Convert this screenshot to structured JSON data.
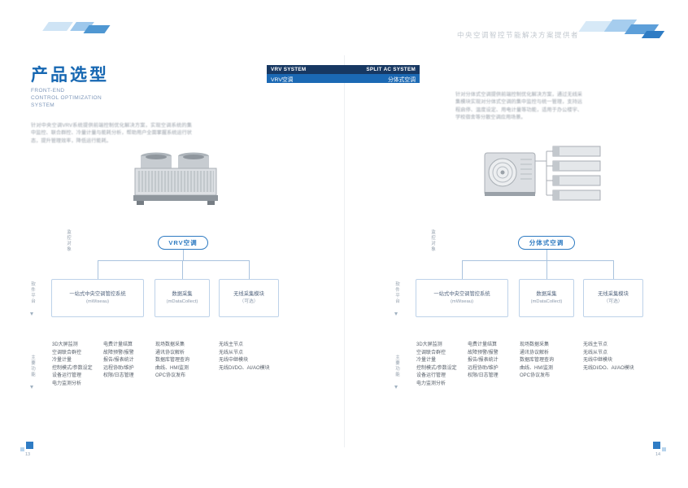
{
  "header": {
    "tagline": "中央空调智控节能解决方案提供者"
  },
  "tabs": {
    "vrv_en": "VRV SYSTEM",
    "split_en": "SPLIT AC SYSTEM",
    "vrv_zh": "VRV空调",
    "split_zh": "分体式空调"
  },
  "left_page": {
    "title": "产品选型",
    "subtitle": [
      "FRONT-END",
      "CONTROL OPTIMIZATION",
      "SYSTEM"
    ],
    "intro": "针对中央空调VRV系统提供前端控制优化解决方案，实现空调系统的集中监控、联合群控、冷量计量与能耗分析，帮助用户全面掌握系统运行状态，提升管理效率，降低运行能耗。",
    "root_node": "VRV空调",
    "page_number": "13"
  },
  "right_page": {
    "intro": "针对分体式空调提供前端控制优化解决方案，通过无线采集模块实现对分体式空调的集中监控与统一管理，支持远程启停、温度设定、用电计量等功能，适用于办公楼宇、学校宿舍等分散空调应用场景。",
    "root_node": "分体式空调",
    "page_number": "14"
  },
  "diagram": {
    "levels": {
      "object": "监控对象",
      "software": "软件平台",
      "function": "主要功能"
    },
    "boxes": [
      {
        "name": "一站式中央空调管控系统",
        "sub": "(mWiseau)"
      },
      {
        "name": "数据采集",
        "sub": "(mDataCollect)"
      },
      {
        "name": "无线采集模块",
        "sub": "（可选）"
      }
    ],
    "lists": {
      "main_a": [
        "3D大屏监测",
        "空调联合群控",
        "冷量计量",
        "控制模式/参数设定",
        "设备运行管理",
        "电力监测分析"
      ],
      "main_b": [
        "电费计量结算",
        "故障预警/报警",
        "报告/报表统计",
        "远程协助/维护",
        "权限/日志管理"
      ],
      "collect": [
        "现场数据采集",
        "通讯协议解析",
        "数据库管理查询",
        "曲线、HMI监测",
        "OPC协议发布"
      ],
      "wireless": [
        "无线主节点",
        "无线从节点",
        "无线中继模块",
        "无线DI/DO、AI/AO模块"
      ]
    }
  }
}
